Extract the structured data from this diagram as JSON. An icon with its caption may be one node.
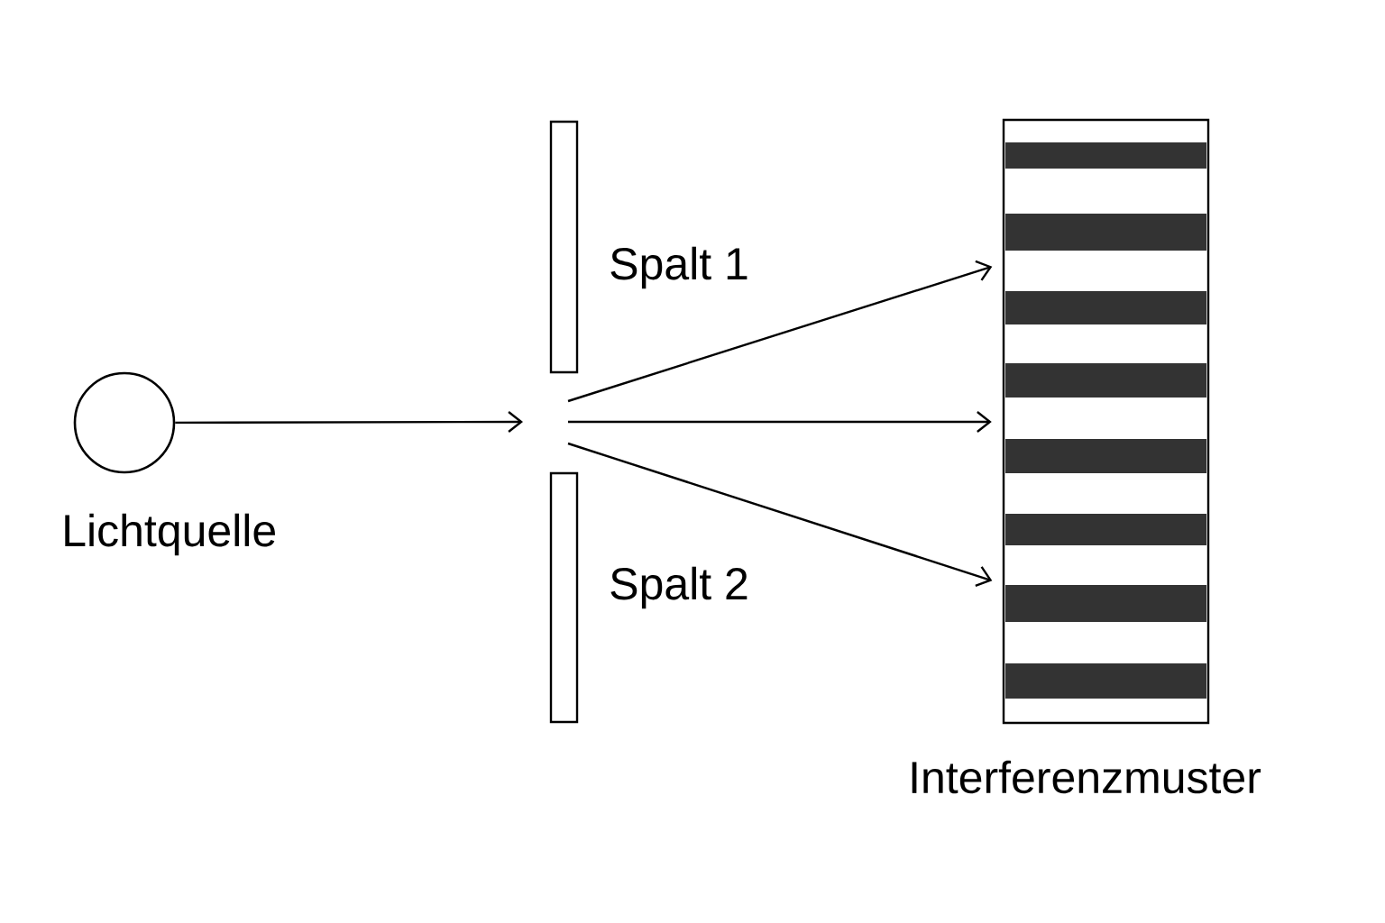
{
  "diagram": {
    "nodes": [
      {
        "text": [
          "Lichtquelle"
        ]
      },
      {
        "text": [],
        "shape": "bar",
        "beside": [
          "Spalt 1"
        ]
      },
      {
        "text": [],
        "shape": "bar",
        "beside": [
          "Spalt 2"
        ]
      },
      {
        "text": [
          "Interferenzmuster"
        ]
      }
    ],
    "edges": [
      {
        "from": 0,
        "to": null,
        "arrow": "to"
      },
      {
        "from": null,
        "to": 3,
        "arrow": "to"
      },
      {
        "from": null,
        "to": 3,
        "arrow": "to"
      },
      {
        "from": null,
        "to": 3,
        "arrow": "to"
      }
    ]
  }
}
